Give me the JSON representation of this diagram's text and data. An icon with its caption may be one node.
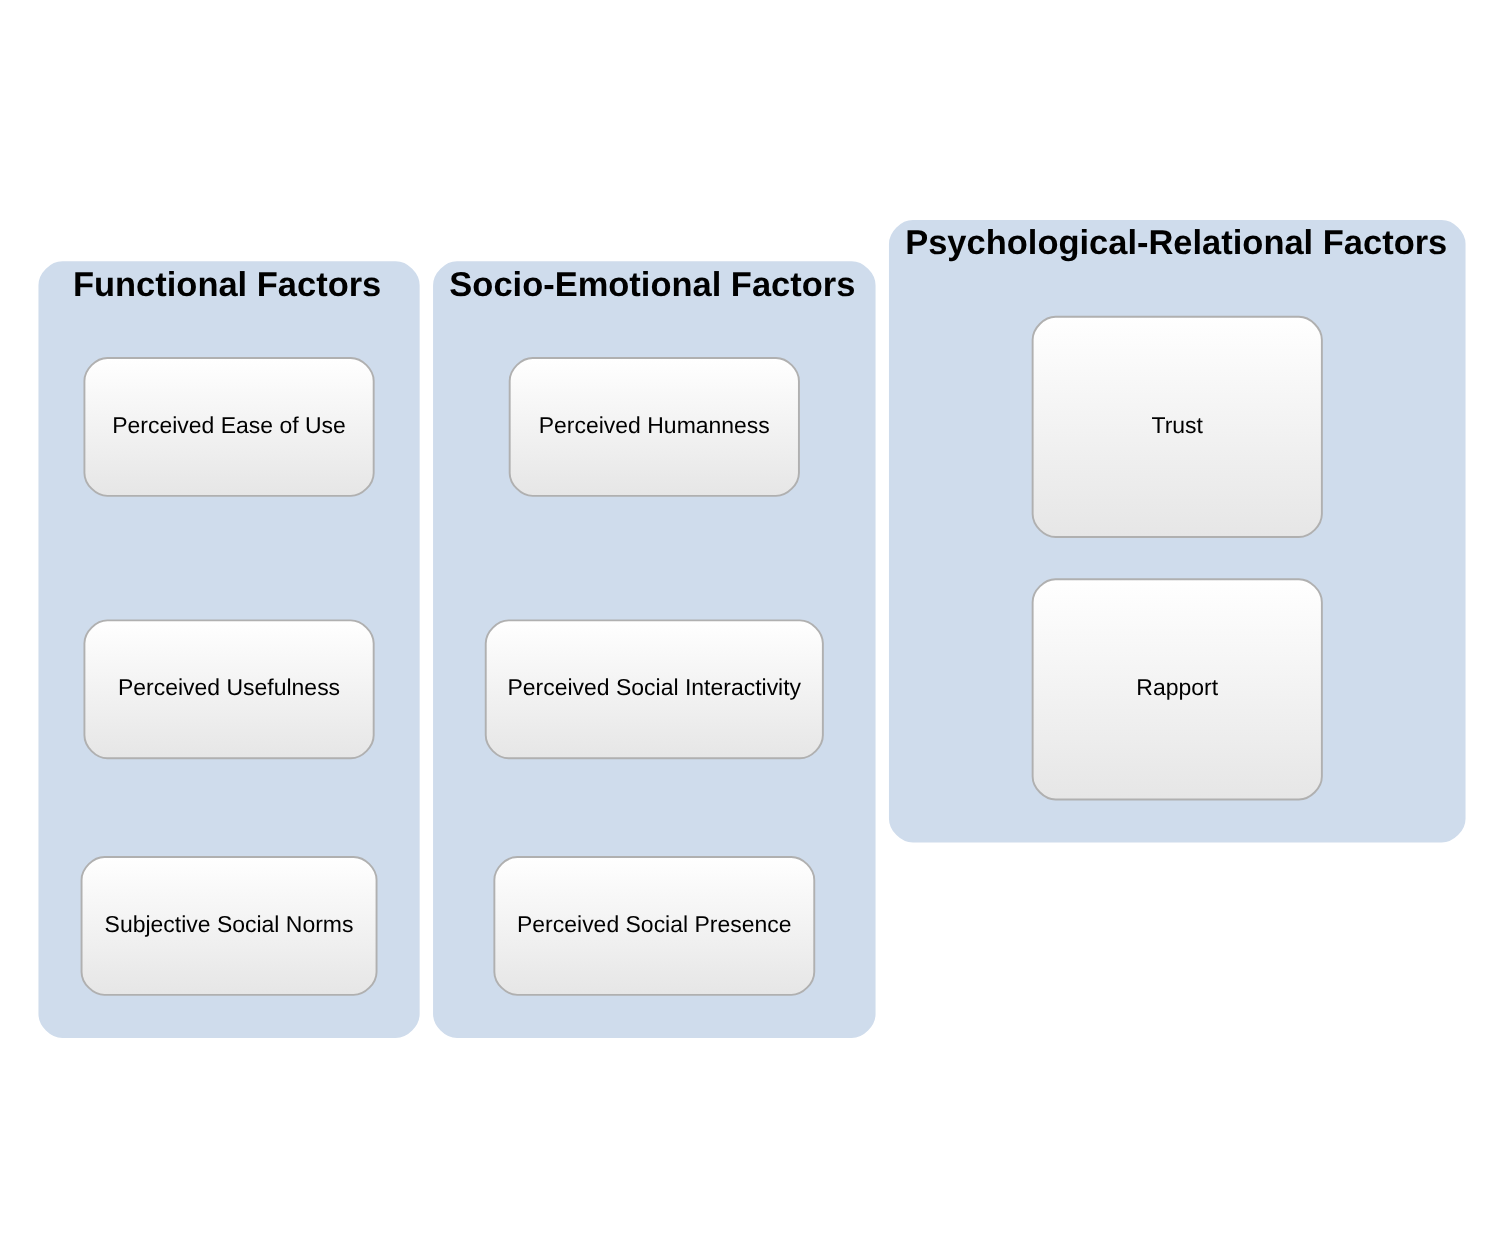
{
  "diagram": {
    "nodes": [
      {
        "text": [
          "Functional Factors"
        ]
      },
      {
        "text": [
          "Perceived Ease of Use"
        ],
        "in": 0
      },
      {
        "text": [
          "Perceived Usefulness"
        ],
        "in": 0
      },
      {
        "text": [
          "Subjective Social Norms"
        ],
        "in": 0
      },
      {
        "text": [
          "Socio-Emotional Factors"
        ]
      },
      {
        "text": [
          "Perceived Humanness"
        ],
        "in": 4
      },
      {
        "text": [
          "Perceived Social Interactivity"
        ],
        "in": 4
      },
      {
        "text": [
          "Perceived Social Presence"
        ],
        "in": 4
      },
      {
        "text": [
          "Psychological-Relational Factors"
        ]
      },
      {
        "text": [
          "Trust"
        ],
        "in": 8
      },
      {
        "text": [
          "Rapport"
        ],
        "in": 8
      }
    ]
  }
}
